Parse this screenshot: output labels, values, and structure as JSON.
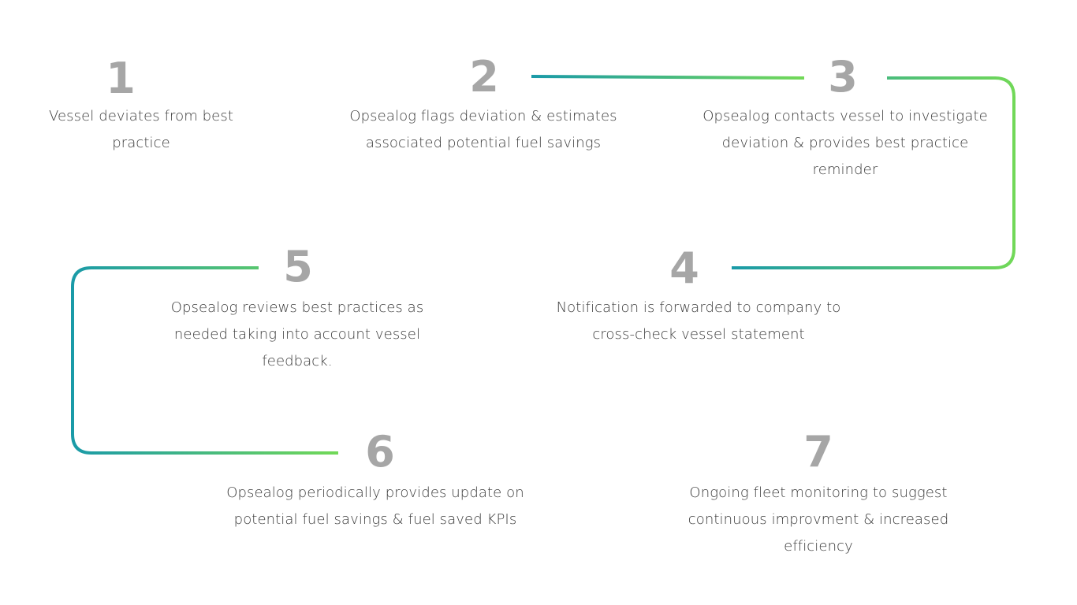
{
  "colors": {
    "gradient_teal": "#1a9aa8",
    "gradient_green": "#72d957",
    "number_gray": "#a6a6a6",
    "text_dark": "#3c3c3c",
    "background": "#ffffff"
  },
  "steps": [
    {
      "number": "1",
      "text": "Vessel deviates from best\npractice"
    },
    {
      "number": "2",
      "text": "Opsealog flags deviation & estimates\nassociated potential fuel savings"
    },
    {
      "number": "3",
      "text": "Opsealog contacts vessel to investigate\ndeviation & provides best practice\nreminder"
    },
    {
      "number": "4",
      "text": "Notification is forwarded to company to\ncross-check  vessel statement"
    },
    {
      "number": "5",
      "text": "Opsealog reviews best practices as\nneeded taking into account vessel\nfeedback."
    },
    {
      "number": "6",
      "text": "Opsealog periodically provides update on\npotential fuel savings & fuel saved KPIs"
    },
    {
      "number": "7",
      "text": "Ongoing fleet monitoring to suggest\ncontinuous improvment & increased\nefficiency"
    }
  ]
}
